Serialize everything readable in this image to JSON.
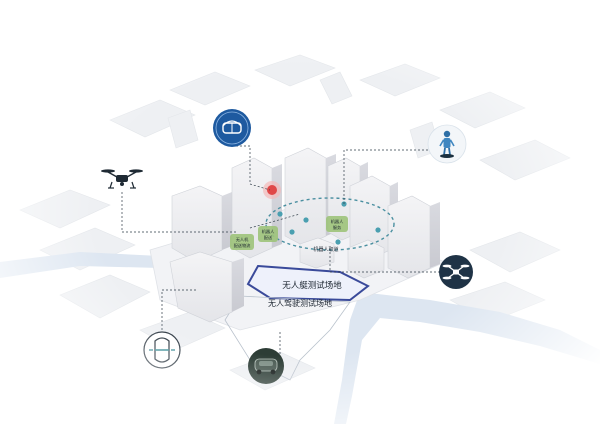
{
  "labels": {
    "boat_field": "无人艇测试场地",
    "drive_field": "无人驾驶测试场地",
    "robot_corridor": "机器人取道",
    "tag_left": "无人机\n配送物流",
    "tag_mid": "机器人\n配送",
    "tag_right": "机器人\n服务"
  },
  "icons": {
    "drone_left": "drone-quadcopter-icon",
    "vr_headset": "vr-headset-icon",
    "humanoid_robot": "humanoid-robot-icon",
    "drone_right": "drone-top-view-icon",
    "unmanned_boat": "unmanned-boat-icon",
    "autonomous_car": "autonomous-car-icon"
  },
  "colors": {
    "accent_teal": "#3b8c95",
    "dark_navy": "#1f3346",
    "blue_badge": "#1e5aa0",
    "dark_green": "#2d3d36",
    "alert_red": "#e04848",
    "tag_green": "#9dc37a",
    "water": "#dfe8f2"
  }
}
